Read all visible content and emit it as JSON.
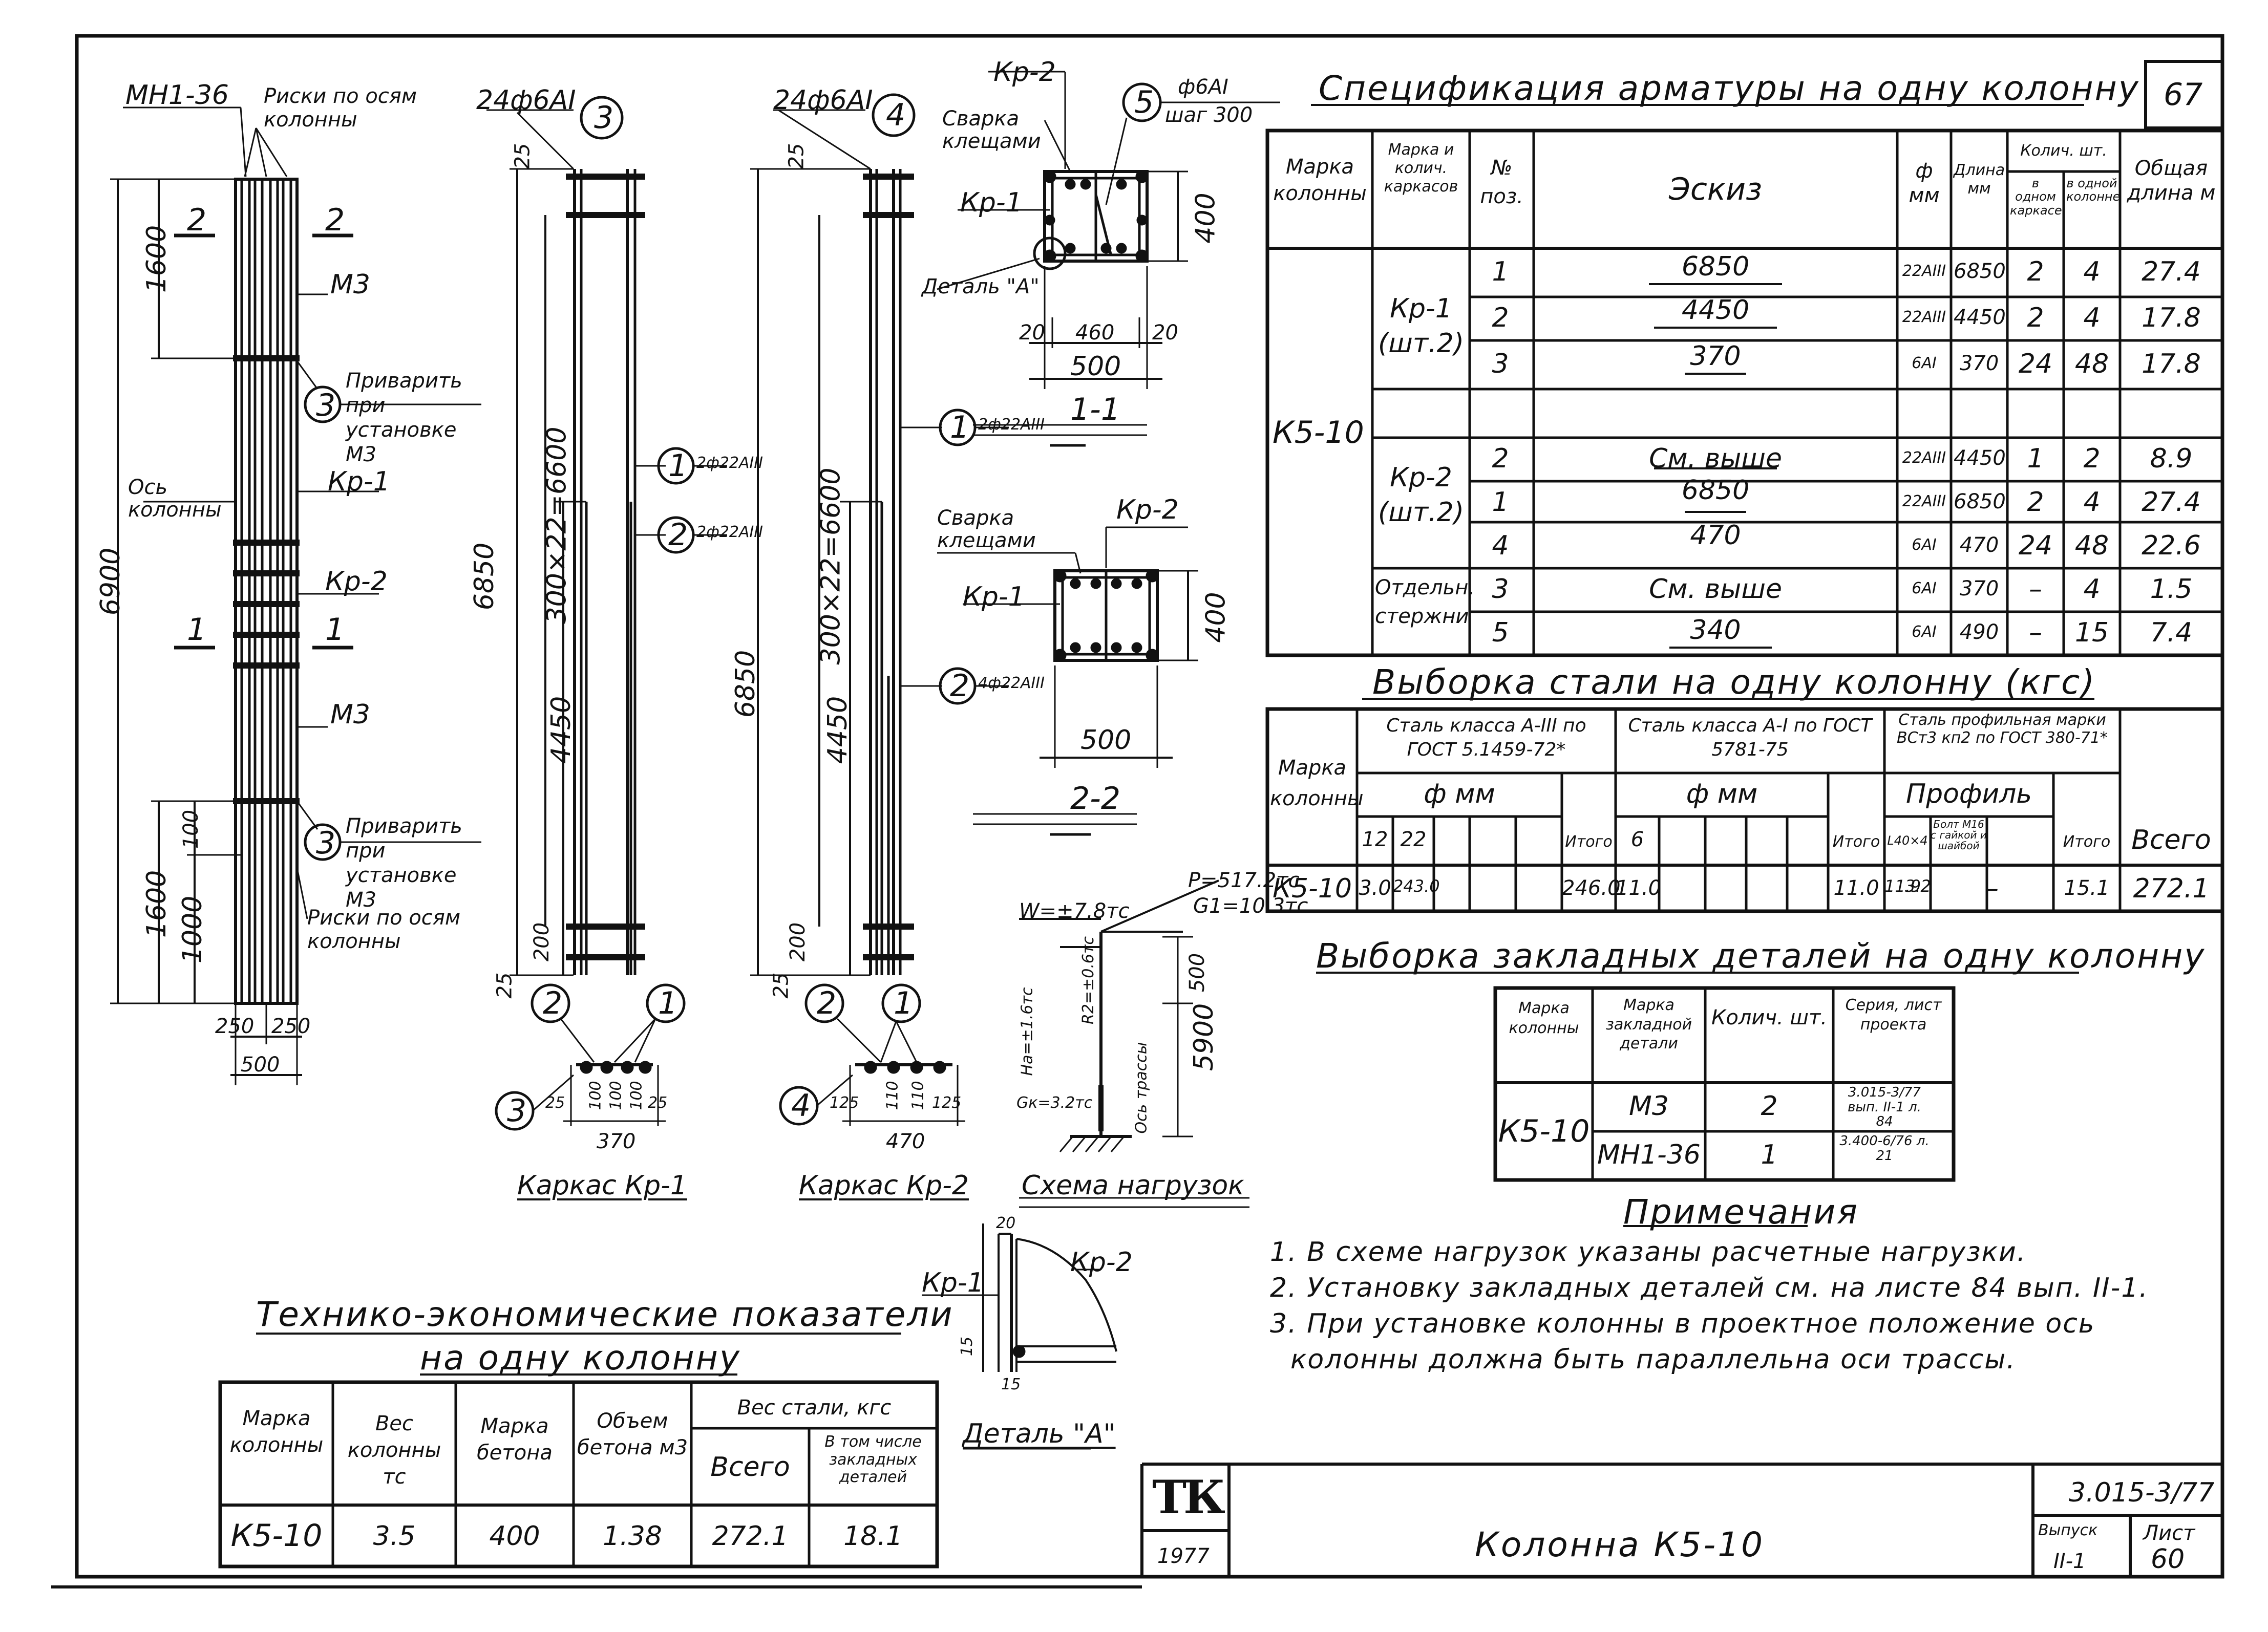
{
  "page_number": "67",
  "mark_labels": {
    "mn": "МН1-36",
    "risk_top": "Риски по осям колонны",
    "sec2a": "2",
    "sec2b": "2",
    "m3_top": "М3",
    "weld_top": "Приварить при установке М3",
    "axis": "Ось колонны",
    "kp1": "Кр-1",
    "kp2": "Кр-2",
    "sec1a": "1",
    "sec1b": "1",
    "m3_bot": "М3",
    "weld_bot": "Приварить при установке М3",
    "risk_bot": "Риски по осям колонны"
  },
  "column_dims": {
    "d1600_top": "1600",
    "d6900": "6900",
    "d1600_bot": "1600",
    "d100": "100",
    "d1000": "1000",
    "d250a": "250",
    "d250b": "250",
    "d500": "500"
  },
  "kr1_drawing": {
    "top_label": "24ф6АI",
    "top_circle": "3",
    "d25_top": "25",
    "d6850": "6850",
    "d6600": "300×22=6600",
    "d4450": "4450",
    "d200": "200",
    "d25_bot": "25",
    "bar1_label": "2ф22АIII",
    "bar1_circle": "1",
    "bar2_label": "2ф22АIII",
    "bar2_circle": "2",
    "sec_c2": "2",
    "sec_c1": "1",
    "sec_c3": "3",
    "sec_d25a": "25",
    "sec_d100a": "100",
    "sec_d100b": "100",
    "sec_d100c": "100",
    "sec_d25b": "25",
    "sec_w": "370",
    "caption": "Каркас Кр-1"
  },
  "kr2_drawing": {
    "top_label": "24ф6АI",
    "top_circle": "4",
    "d25_top": "25",
    "d6850": "6850",
    "d6600": "300×22=6600",
    "d4450": "4450",
    "d200": "200",
    "d25_bot": "25",
    "bar1_label": "2ф22АIII",
    "bar1_circle": "1",
    "bar2_label": "4ф22АIII",
    "bar2_circle": "2",
    "sec_c2": "2",
    "sec_c1": "1",
    "sec_c4": "4",
    "sec_d125a": "125",
    "sec_d110a": "110",
    "sec_d110b": "110",
    "sec_d125b": "125",
    "sec_w": "470",
    "caption": "Каркас Кр-2"
  },
  "section_1_1": {
    "kr2": "Кр-2",
    "weld": "Сварка клещами",
    "circle5": "5",
    "bar5": "ф6АI",
    "step": "шаг 300",
    "kr1": "Кр-1",
    "detail": "Деталь \"А\"",
    "d400": "400",
    "d20a": "20",
    "d460": "460",
    "d20b": "20",
    "d500": "500",
    "caption": "1-1"
  },
  "section_2_2": {
    "weld": "Сварка клещами",
    "kr2": "Кр-2",
    "kr1": "Кр-1",
    "d400": "400",
    "d500": "500",
    "caption": "2-2"
  },
  "load_scheme": {
    "p": "P=517.2тс",
    "g1": "G1=10.3тс",
    "w": "W=±7.8тс",
    "ha": "Hа=±1.6тс",
    "ra": "R2=±0.6тс",
    "gk": "Gк=3.2тс",
    "axis": "Ось трассы",
    "d500": "500",
    "d5900": "5900",
    "caption": "Схема нагрузок"
  },
  "detail_a": {
    "kp1": "Кр-1",
    "kp2": "Кр-2",
    "d20": "20",
    "d15a": "15",
    "d15b": "15",
    "caption": "Деталь \"А\""
  },
  "spec": {
    "title": "Спецификация арматуры на одну колонну",
    "headers": {
      "col_mark": "Марка колонны",
      "frame_mark": "Марка и колич. каркасов",
      "pos": "№ поз.",
      "sketch": "Эскиз",
      "phi": "ф мм",
      "length": "Длина мм",
      "qty": "Колич. шт.",
      "qty_frame": "в одном каркасе",
      "qty_col": "в одной колонне",
      "total": "Общая длина м"
    },
    "column_mark": "К5-10",
    "groups": [
      "Кр-1 (шт.2)",
      "Кр-2 (шт.2)",
      "Отдельн. стержни"
    ],
    "rows": [
      {
        "pos": "1",
        "sketch": "6850",
        "phi": "22АIII",
        "len": "6850",
        "qf": "2",
        "qc": "4",
        "total": "27.4"
      },
      {
        "pos": "2",
        "sketch": "4450",
        "phi": "22АIII",
        "len": "4450",
        "qf": "2",
        "qc": "4",
        "total": "17.8"
      },
      {
        "pos": "3",
        "sketch": "370",
        "phi": "6АI",
        "len": "370",
        "qf": "24",
        "qc": "48",
        "total": "17.8"
      },
      {
        "pos": "2",
        "sketch": "См. выше",
        "phi": "22АIII",
        "len": "4450",
        "qf": "1",
        "qc": "2",
        "total": "8.9"
      },
      {
        "pos": "1",
        "sketch": "6850",
        "phi": "22АIII",
        "len": "6850",
        "qf": "2",
        "qc": "4",
        "total": "27.4"
      },
      {
        "pos": "4",
        "sketch": "470",
        "phi": "6АI",
        "len": "470",
        "qf": "24",
        "qc": "48",
        "total": "22.6"
      },
      {
        "pos": "3",
        "sketch": "См. выше",
        "phi": "6АI",
        "len": "370",
        "qf": "–",
        "qc": "4",
        "total": "1.5"
      },
      {
        "pos": "5",
        "sketch": "340",
        "phi": "6АI",
        "len": "490",
        "qf": "–",
        "qc": "15",
        "total": "7.4"
      }
    ]
  },
  "steel": {
    "title": "Выборка стали на одну колонну (кгс)",
    "h_mark": "Марка колонны",
    "h_a3": "Сталь класса А-III по ГОСТ 5.1459-72*",
    "h_a1": "Сталь класса А-I по ГОСТ 5781-75",
    "h_prof": "Сталь профильная марки ВСт3 кп2 по ГОСТ 380-71*",
    "h_phi_a": "ф мм",
    "h_phi_b": "ф мм",
    "h_profile": "Профиль",
    "h_12": "12",
    "h_22": "22",
    "h_itogo1": "Итого",
    "h_6": "6",
    "h_itogo2": "Итого",
    "h_l": "L40×4",
    "h_bolt": "Болт М16 с гайкой и шайбой",
    "h_itogo3": "Итого",
    "h_total": "Всего",
    "row": {
      "mark": "К5-10",
      "v12": "3.0",
      "v22": "243.0",
      "itogo1": "246.0",
      "v6": "11.0",
      "itogo2": "11.0",
      "l1": "11.9",
      "l2": "3.2",
      "bolt": "–",
      "itogo3": "15.1",
      "total": "272.1"
    }
  },
  "embedded": {
    "title": "Выборка закладных деталей на одну колонну",
    "headers": {
      "col": "Марка колонны",
      "detail": "Марка закладной детали",
      "qty": "Колич. шт.",
      "series": "Серия, лист проекта"
    },
    "mark": "К5-10",
    "rows": [
      {
        "detail": "М3",
        "qty": "2",
        "series": "3.015-3/77 вып. II-1 л. 84"
      },
      {
        "detail": "МН1-36",
        "qty": "1",
        "series": "3.400-6/76 л. 21"
      }
    ]
  },
  "notes": {
    "title": "Примечания",
    "items": [
      "1. В схеме нагрузок указаны расчетные нагрузки.",
      "2. Установку закладных деталей см. на листе 84 вып. II-1.",
      "3. При установке колонны в проектное положение ось",
      "колонны должна быть параллельна оси трассы."
    ]
  },
  "tep": {
    "title1": "Технико-экономические показатели",
    "title2": "на одну колонну",
    "headers": {
      "mark": "Марка колонны",
      "weight": "Вес колонны тс",
      "concrete": "Марка бетона",
      "volume": "Объем бетона м3",
      "steel": "Вес стали, кгс",
      "all": "Всего",
      "embedded": "В том числе закладных деталей"
    },
    "row": {
      "mark": "К5-10",
      "weight": "3.5",
      "concrete": "400",
      "volume": "1.38",
      "all": "272.1",
      "embedded": "18.1"
    }
  },
  "stamp": {
    "logo": "ТК",
    "year": "1977",
    "title": "Колонна К5-10",
    "series": "3.015-3/77",
    "issue_label": "Выпуск",
    "issue": "II-1",
    "sheet_label": "Лист",
    "sheet": "60"
  }
}
